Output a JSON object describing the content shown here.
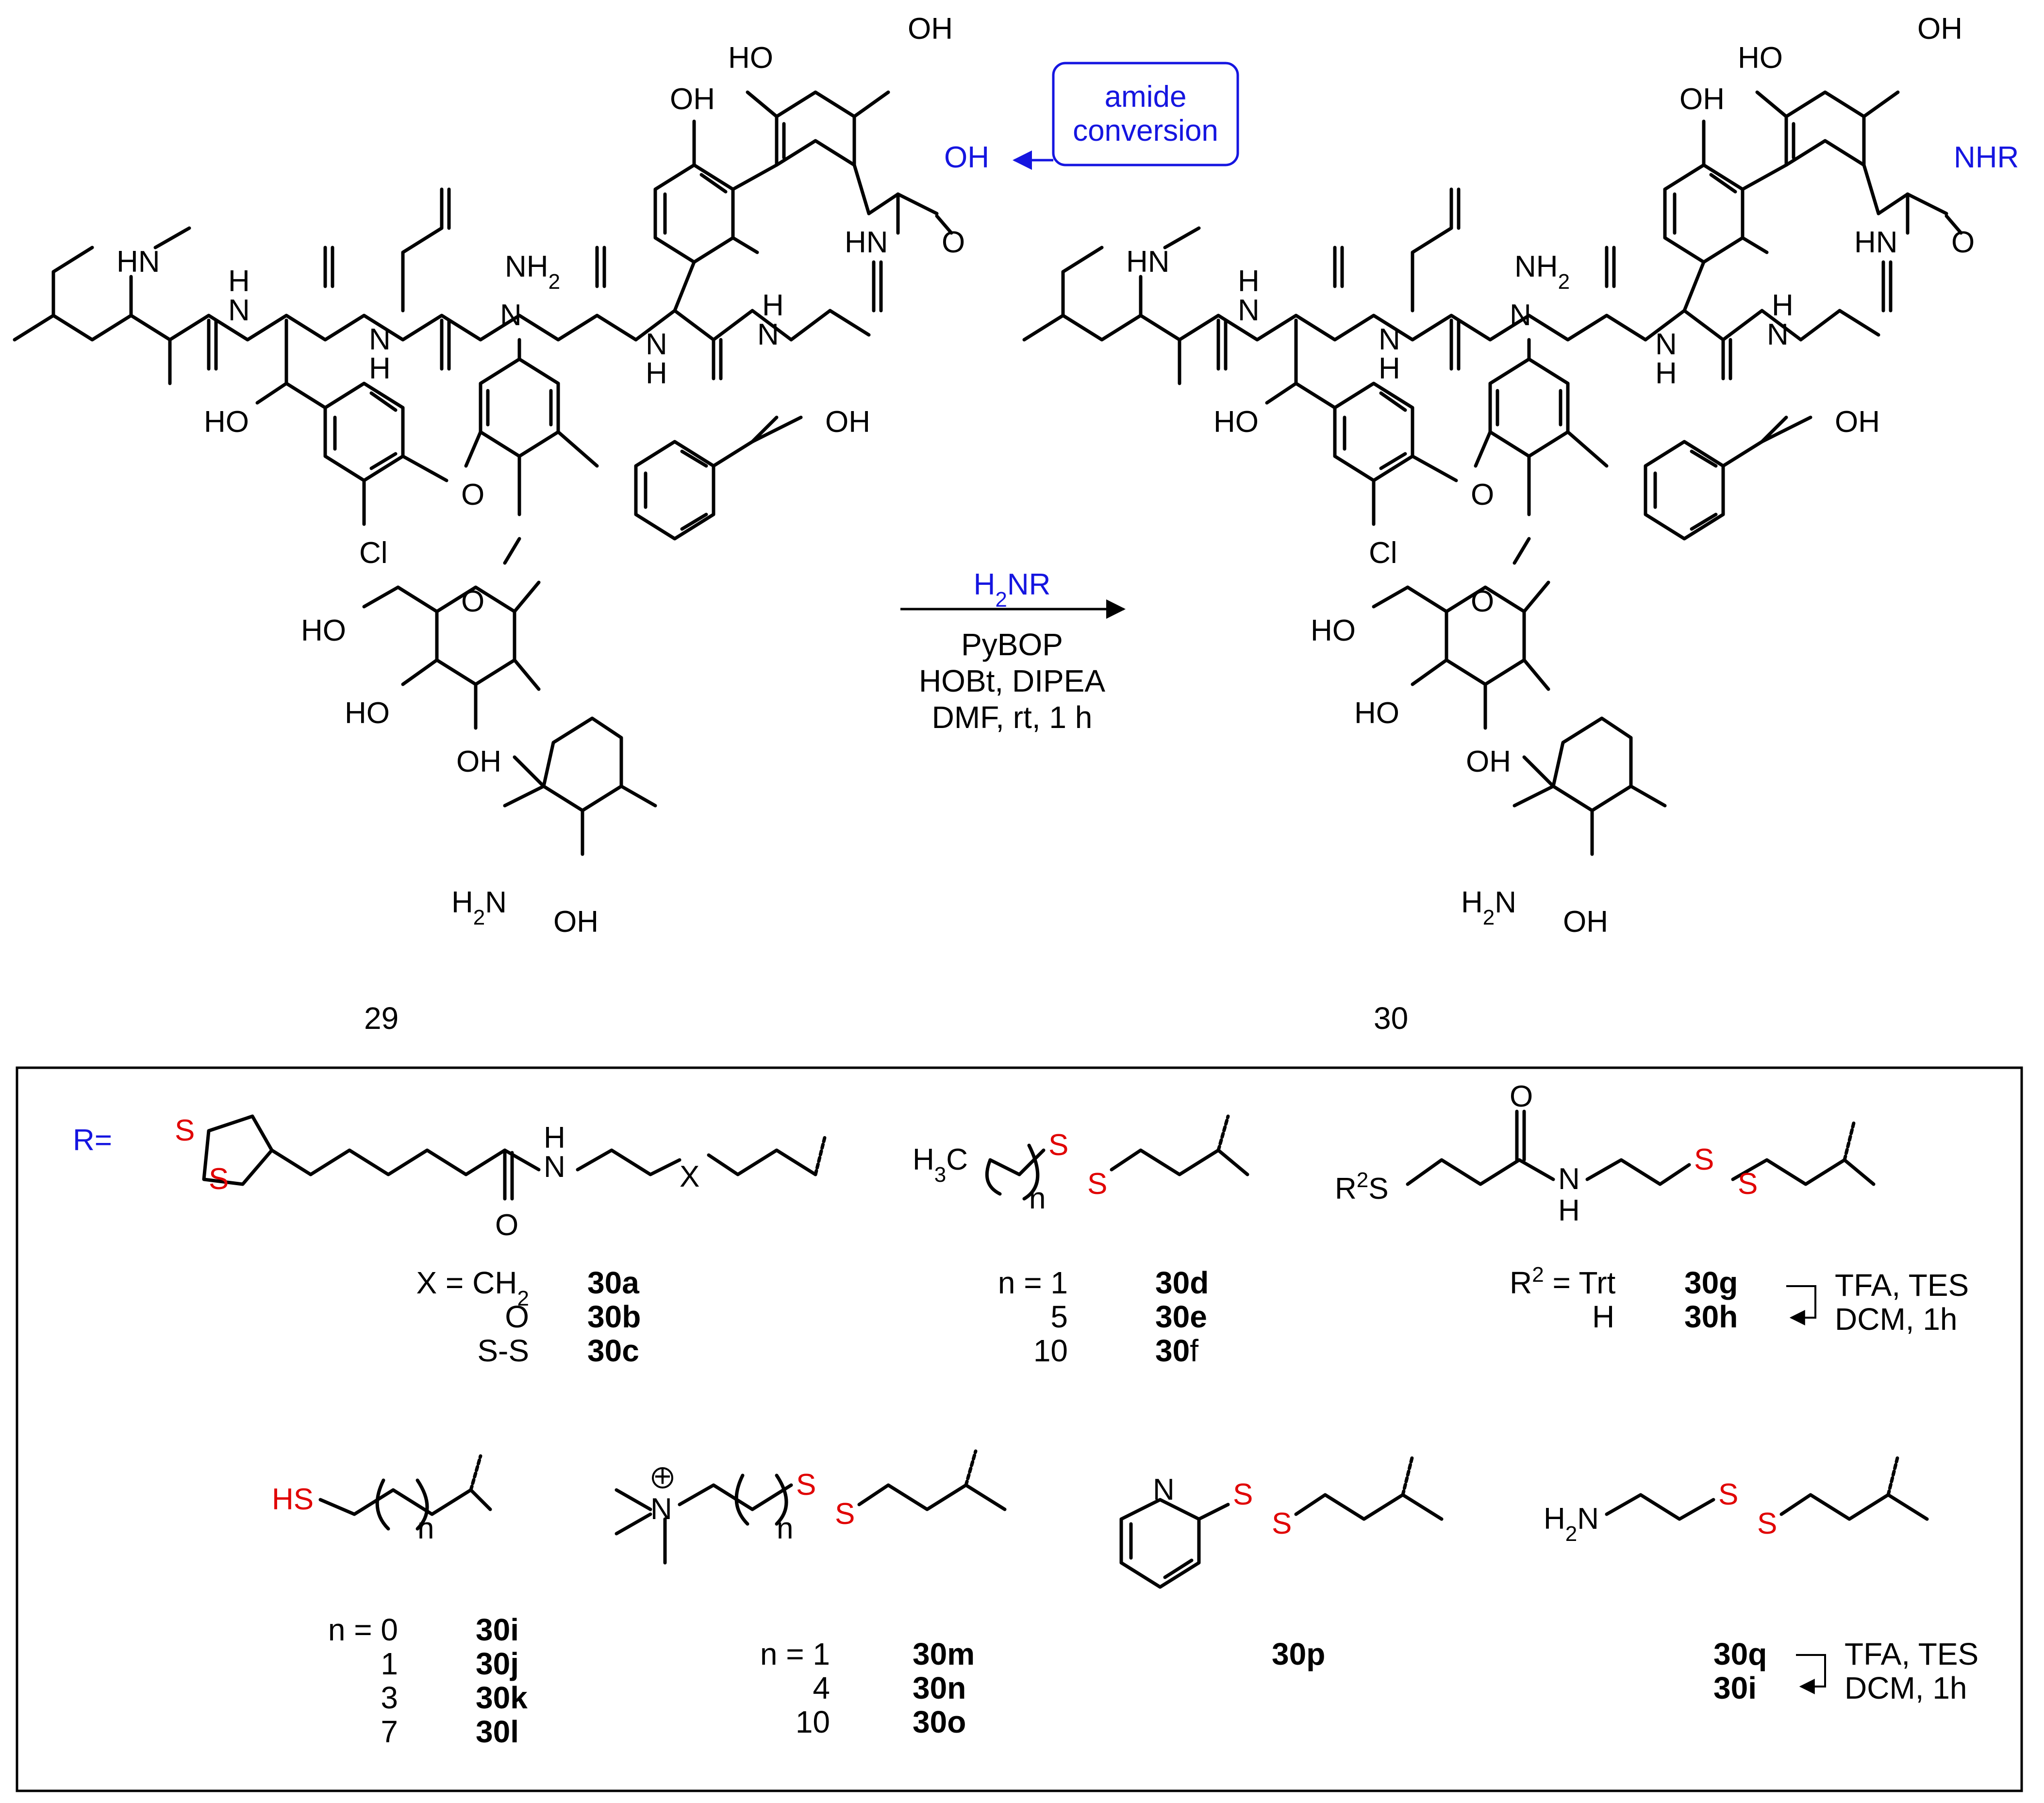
{
  "colors": {
    "text": "#000000",
    "highlight_blue": "#1515e0",
    "highlight_red": "#e00000"
  },
  "starting_material": {
    "label": "29",
    "atoms": {
      "oh_top1": "HO",
      "oh_top2": "OH",
      "oh_phenol": "OH",
      "acid": "OH",
      "nh_methyl": "HN",
      "nh1": "N",
      "nh1_h": "H",
      "nh2": "N",
      "nh2_h": "H",
      "nh3": "N",
      "nh4": "N",
      "nh4_h": "H",
      "nh5": "N",
      "nh5_h": "H",
      "nh6": "HN",
      "nh2_amide": "NH",
      "nh2_sub": "2",
      "carbonyl_o": "O",
      "oh_benzylic1": "HO",
      "oh_benzylic2": "OH",
      "ether_o": "O",
      "cl": "Cl",
      "sugar_ho": "HO",
      "sugar_o": "O",
      "sugar_oh1": "HO",
      "sugar_oh2": "OH",
      "amine_h2n": "H",
      "amine_sub": "2",
      "amine_n": "N",
      "sugar2_oh": "OH"
    }
  },
  "annotation": {
    "line1": "amide",
    "line2": "conversion"
  },
  "reaction": {
    "reagent_prefix": "H",
    "reagent_sub": "2",
    "reagent_suffix": "NR",
    "conditions": [
      "PyBOP",
      "HOBt, DIPEA",
      "DMF, rt, 1 h"
    ]
  },
  "product": {
    "label": "30",
    "amide": "NHR"
  },
  "r_groups": {
    "r_label": "R=",
    "row1": [
      {
        "atoms": {
          "s1": "S",
          "s2": "S",
          "n": "N",
          "n_h": "H",
          "o": "O",
          "x": "X"
        },
        "variants": [
          {
            "var": "X = CH",
            "var_sub": "2",
            "compound": "30a"
          },
          {
            "var": "O",
            "compound": "30b"
          },
          {
            "var": "S-S",
            "compound": "30c"
          }
        ]
      },
      {
        "atoms": {
          "h3c": "H",
          "h3c_sub": "3",
          "h3c_c": "C",
          "n_index": "n",
          "s1": "S",
          "s2": "S"
        },
        "variants": [
          {
            "var": "n = 1",
            "compound": "30d"
          },
          {
            "var": "5",
            "compound": "30e"
          },
          {
            "var": "10",
            "compound_bold": "30",
            "compound_plain": "f"
          }
        ]
      },
      {
        "atoms": {
          "r2s": "R",
          "r2_sup": "2",
          "r2_s": "S",
          "o": "O",
          "n": "N",
          "n_h": "H",
          "s1": "S",
          "s2": "S"
        },
        "variants": [
          {
            "var": "R",
            "var_sup": "2",
            "var_tail": " = Trt",
            "compound": "30g"
          },
          {
            "var": "H",
            "compound": "30h"
          }
        ],
        "deprotection": [
          "TFA, TES",
          "DCM, 1h"
        ]
      }
    ],
    "row2": [
      {
        "atoms": {
          "hs": "HS",
          "n_index": "n"
        },
        "variants": [
          {
            "var": "n = 0",
            "compound": "30i"
          },
          {
            "var": "1",
            "compound": "30j"
          },
          {
            "var": "3",
            "compound": "30k"
          },
          {
            "var": "7",
            "compound": "30l"
          }
        ]
      },
      {
        "atoms": {
          "n_plus": "N",
          "charge": "+",
          "n_index": "n",
          "s1": "S",
          "s2": "S"
        },
        "variants": [
          {
            "var": "n = 1",
            "compound": "30m"
          },
          {
            "var": "4",
            "compound": "30n"
          },
          {
            "var": "10",
            "compound": "30o"
          }
        ]
      },
      {
        "atoms": {
          "n_ring": "N",
          "s1": "S",
          "s2": "S"
        },
        "variants": [
          {
            "compound": "30p"
          }
        ]
      },
      {
        "atoms": {
          "h2n": "H",
          "h2n_sub": "2",
          "h2n_n": "N",
          "s1": "S",
          "s2": "S"
        },
        "variants": [
          {
            "compound": "30q"
          },
          {
            "compound": "30i"
          }
        ],
        "deprotection": [
          "TFA, TES",
          "DCM, 1h"
        ]
      }
    ]
  }
}
